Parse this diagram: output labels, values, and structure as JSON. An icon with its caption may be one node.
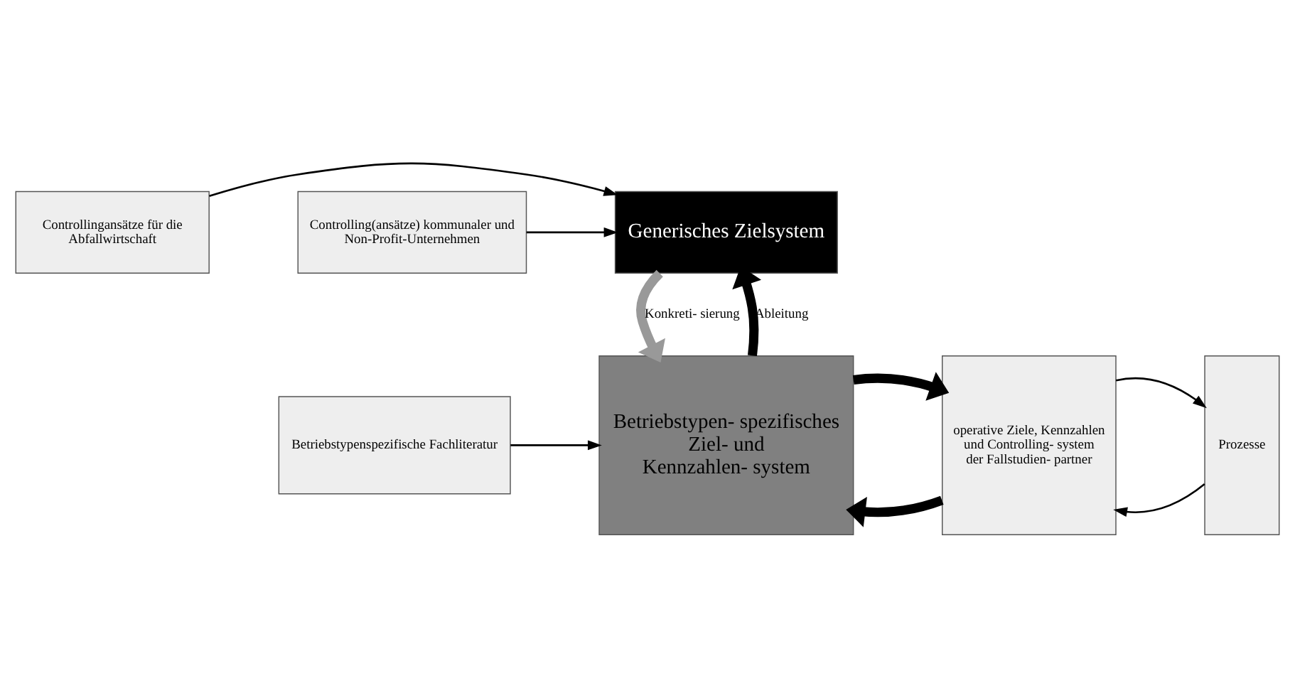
{
  "diagram": {
    "nodes": [
      {
        "text": [
          "Controllingansätze für die Abfallwirtschaft"
        ]
      },
      {
        "text": [
          "Generisches Zielsystem"
        ]
      },
      {
        "text": [
          "Controlling(ansätze) kommunaler und Non-Profit-Unternehmen"
        ]
      },
      {
        "text": [
          "Prozesse"
        ]
      },
      {
        "text": [
          "operative Ziele, Kennzahlen und Controlling- system der Fallstudien- partner"
        ]
      },
      {
        "text": [
          "Betriebstypen- spezifisches Ziel- und Kennzahlen- system"
        ]
      },
      {
        "text": [
          "Betriebstypenspezifische Fachliteratur"
        ]
      }
    ],
    "edges": [
      {
        "from": 0,
        "to": 1,
        "arrow": "to"
      },
      {
        "from": 2,
        "to": 1,
        "arrow": "to"
      },
      {
        "from": 5,
        "to": 1,
        "arrow": "to",
        "label": "Ableitung",
        "style": "thick"
      },
      {
        "from": 1,
        "to": 5,
        "arrow": "to",
        "label": "Konkreti- sierung",
        "style": "thick",
        "color": "#999999"
      },
      {
        "from": 3,
        "to": 4,
        "arrow": "to"
      },
      {
        "from": 4,
        "to": 5,
        "arrow": "to",
        "style": "thick"
      },
      {
        "from": 5,
        "to": 4,
        "arrow": "to",
        "style": "thick"
      },
      {
        "from": 4,
        "to": 3,
        "arrow": "to"
      },
      {
        "from": 6,
        "to": 5,
        "arrow": "to"
      }
    ]
  }
}
